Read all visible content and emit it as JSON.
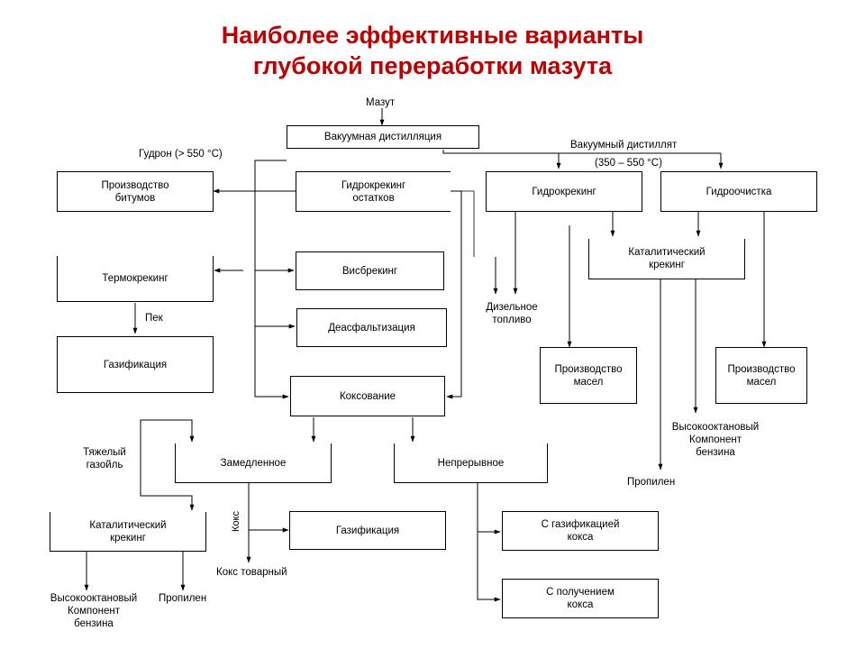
{
  "title": {
    "line1": "Наиболее эффективные варианты",
    "line2": "глубокой переработки мазута"
  },
  "boxes": {
    "vacuum_distillation": "Вакуумная дистилляция",
    "bitumen": "Производство\nбитумов",
    "residue_hydrocracking": "Гидрокрекинг\nостатков",
    "hydrocracking": "Гидрокрекинг",
    "hydrotreating": "Гидроочистка",
    "thermocracking": "Термокрекинг",
    "visbreaking": "Висбрекинг",
    "deasphalting": "Деасфальтизация",
    "gasification_left": "Газификация",
    "coking": "Коксование",
    "catalytic_cracking_right": "Каталитический\nкрекинг",
    "oils_1": "Производство\nмасел",
    "oils_2": "Производство\nмасел",
    "delayed": "Замедленное",
    "continuous": "Непрерывное",
    "catalytic_cracking_left": "Каталитический\nкрекинг",
    "gasification_mid": "Газификация",
    "with_gasification": "С газификацией\nкокса",
    "with_coke": "С получением\nкокса"
  },
  "labels": {
    "mazut": "Мазут",
    "tar": "Гудрон (> 550 °С)",
    "vacuum_distillate": "Вакуумный дистиллят",
    "vacuum_distillate_range": "(350 – 550 °С)",
    "pitch": "Пек",
    "diesel": "Дизельное\nтопливо",
    "high_octane_right": "Высокооктановый\nКомпонент\nбензина",
    "propylene_right": "Пропилен",
    "heavy_gasoil": "Тяжелый\nгазойль",
    "coke_vertical": "Кокс",
    "coke_commercial": "Кокс товарный",
    "high_octane_left": "Высокооктановый\nКомпонент\nбензина",
    "propylene_left": "Пропилен"
  }
}
